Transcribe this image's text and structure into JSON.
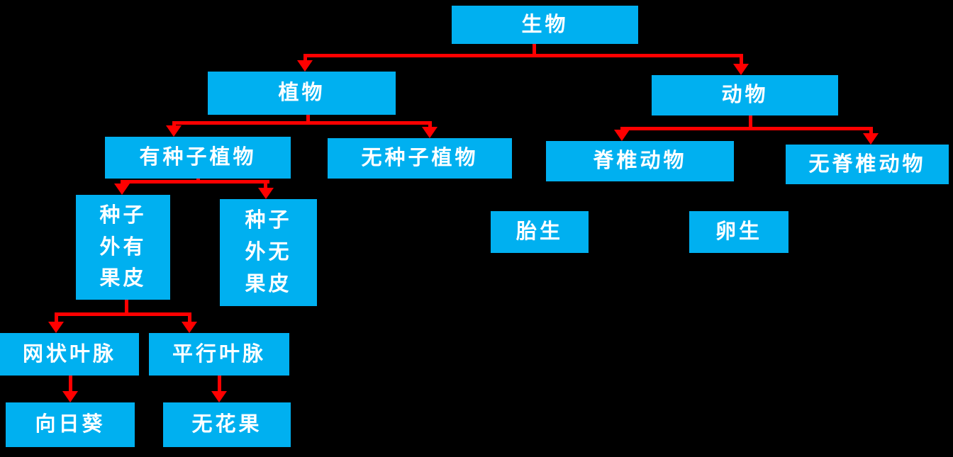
{
  "diagram": {
    "type": "tree",
    "background_color": "#000000",
    "node_fill_color": "#00B0F0",
    "node_text_color": "#FFFFFF",
    "arrow_color": "#FF0000",
    "nodes": {
      "bio": {
        "label": "生物"
      },
      "plant": {
        "label": "植物"
      },
      "animal": {
        "label": "动物"
      },
      "seed": {
        "label": "有种子植物"
      },
      "seedless": {
        "label": "无种子植物"
      },
      "vert": {
        "label": "脊椎动物"
      },
      "invert": {
        "label": "无脊椎动物"
      },
      "pericarp": {
        "label": "种子外有果皮",
        "lines": [
          "种子",
          "外有",
          "果皮"
        ]
      },
      "nopericarp": {
        "label": "种子外无果皮",
        "lines": [
          "种子",
          "外无",
          "果皮"
        ]
      },
      "viviparous": {
        "label": "胎生"
      },
      "oviparous": {
        "label": "卵生"
      },
      "reticulate": {
        "label": "网状叶脉"
      },
      "parallel": {
        "label": "平行叶脉"
      },
      "sunflower": {
        "label": "向日葵"
      },
      "fig": {
        "label": "无花果"
      }
    },
    "edges": [
      {
        "from": "生物",
        "to": "植物"
      },
      {
        "from": "生物",
        "to": "动物"
      },
      {
        "from": "植物",
        "to": "有种子植物"
      },
      {
        "from": "植物",
        "to": "无种子植物"
      },
      {
        "from": "动物",
        "to": "脊椎动物"
      },
      {
        "from": "动物",
        "to": "无脊椎动物"
      },
      {
        "from": "有种子植物",
        "to": "种子外有果皮"
      },
      {
        "from": "有种子植物",
        "to": "种子外无果皮"
      },
      {
        "from": "脊椎动物",
        "to": "胎生"
      },
      {
        "from": "脊椎动物",
        "to": "卵生"
      },
      {
        "from": "种子外有果皮",
        "to": "网状叶脉"
      },
      {
        "from": "种子外有果皮",
        "to": "平行叶脉"
      },
      {
        "from": "网状叶脉",
        "to": "向日葵"
      },
      {
        "from": "平行叶脉",
        "to": "无花果"
      }
    ]
  }
}
